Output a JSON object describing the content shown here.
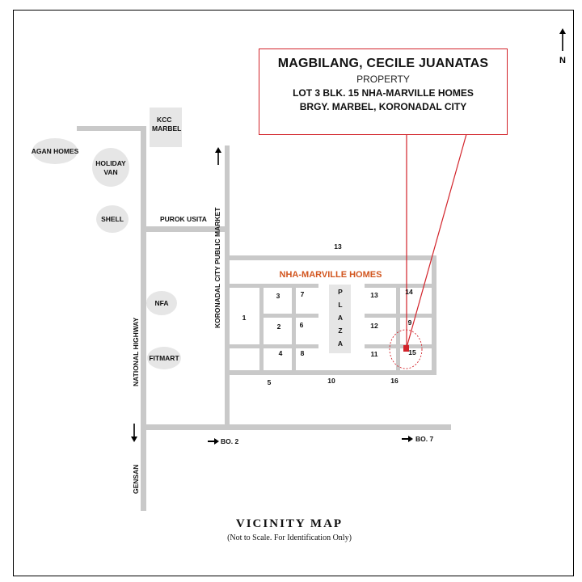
{
  "owner_box": {
    "owner": "MAGBILANG, CECILE JUANATAS",
    "type": "PROPERTY",
    "lot": "LOT 3 BLK. 15 NHA-MARVILLE HOMES",
    "address": "BRGY. MARBEL, KORONADAL CITY"
  },
  "north_label": "N",
  "landmarks": {
    "kcc_line1": "KCC",
    "kcc_line2": "MARBEL",
    "agan": "AGAN HOMES",
    "holiday_line1": "HOLIDAY",
    "holiday_line2": "VAN",
    "shell": "SHELL",
    "nfa": "NFA",
    "fitmart": "FITMART",
    "plaza": "PLAZA"
  },
  "roads": {
    "purok": "PUROK USITA",
    "public_market": "KORONADAL CITY PUBLIC MARKET",
    "highway": "NATIONAL HIGHWAY",
    "gensan": "GENSAN",
    "bo2": "BO. 2",
    "bo7": "BO. 7"
  },
  "subdivision": "NHA-MARVILLE HOMES",
  "blocks": {
    "b1": "1",
    "b2": "2",
    "b3": "3",
    "b4": "4",
    "b5": "5",
    "b6": "6",
    "b7": "7",
    "b8": "8",
    "b9": "9",
    "b10": "10",
    "b11": "11",
    "b12": "12",
    "b13_top": "13",
    "b13": "13",
    "b14": "14",
    "b15": "15",
    "b16": "16"
  },
  "caption": {
    "title": "VICINITY MAP",
    "subtitle": "(Not to Scale. For Identification Only)"
  },
  "colors": {
    "road": "#c9c9c9",
    "accent": "#d2232a",
    "subdivision_label": "#d2561f"
  }
}
